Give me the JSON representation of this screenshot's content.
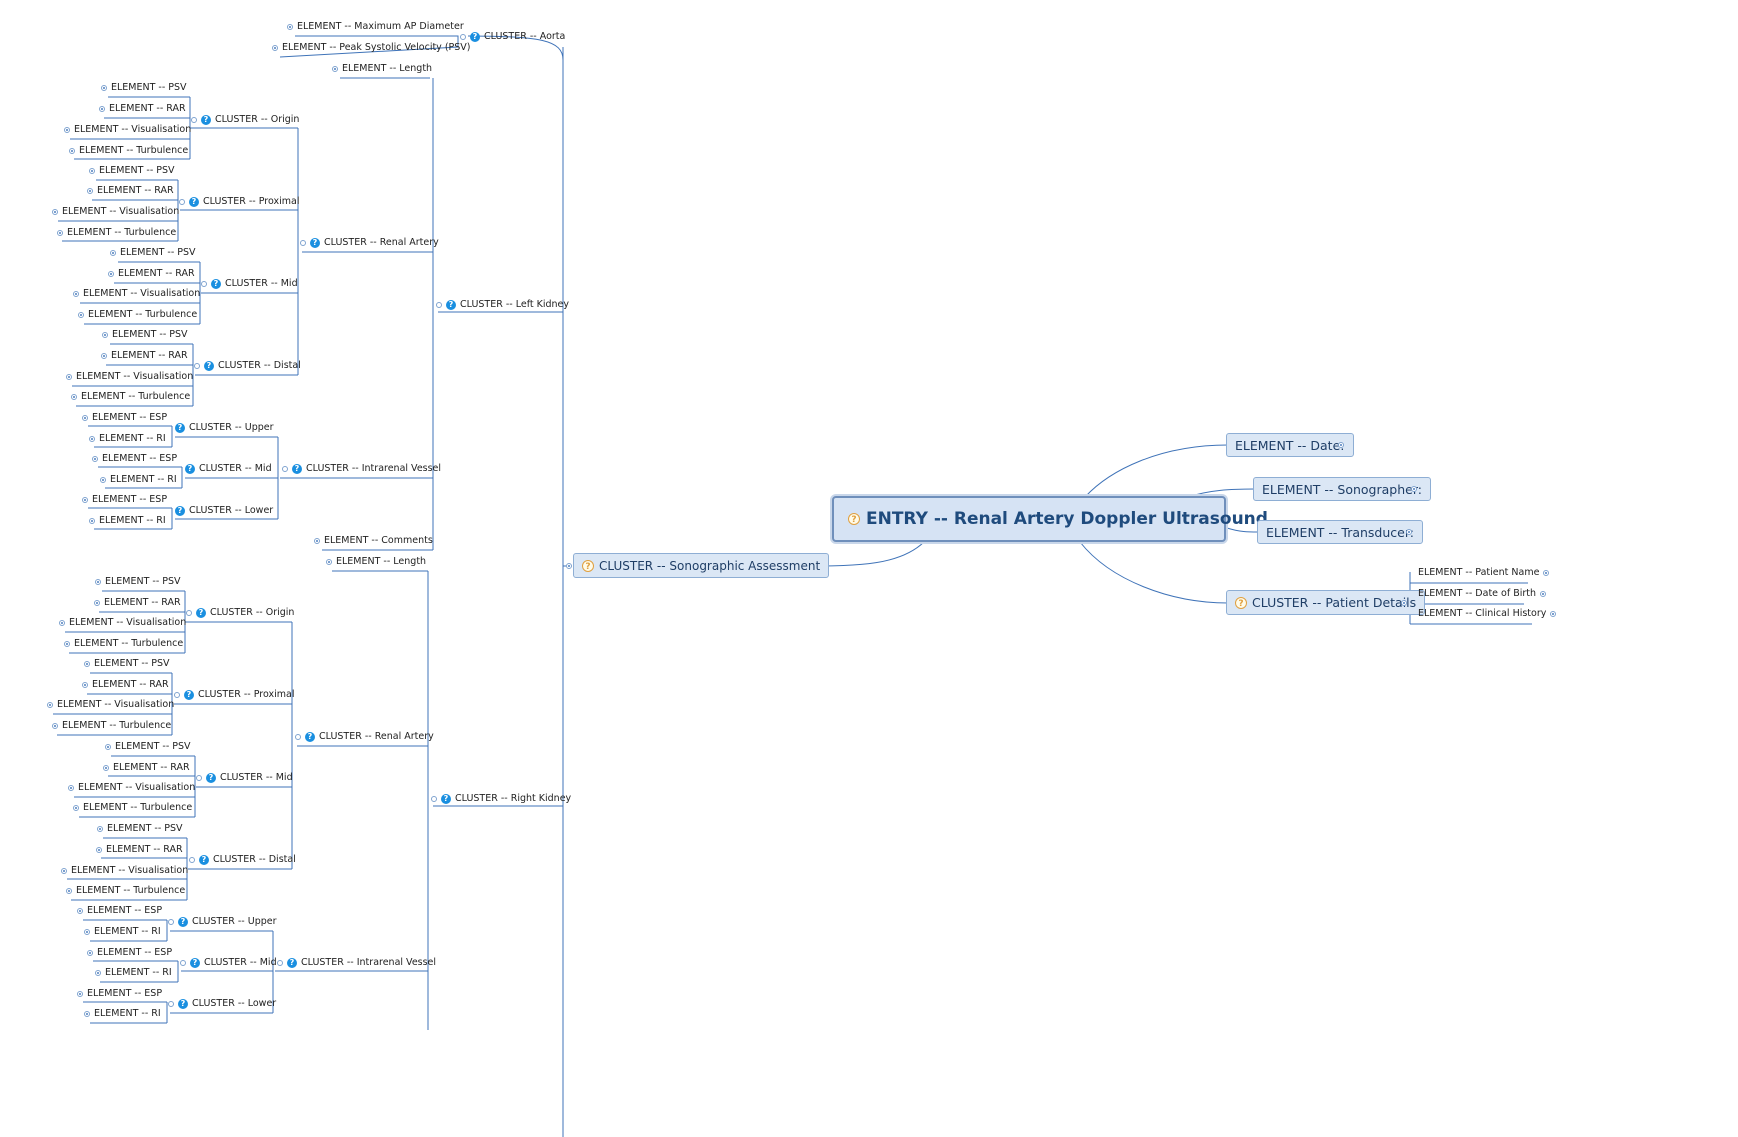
{
  "root": {
    "label": "ENTRY -- Renal Artery Doppler Ultrasound"
  },
  "right": {
    "date": "ELEMENT -- Date:",
    "sonographer": "ELEMENT -- Sonographer:",
    "transducer": "ELEMENT -- Transducer:",
    "patient_details": "CLUSTER -- Patient Details",
    "patient_name": "ELEMENT -- Patient Name",
    "dob": "ELEMENT -- Date of Birth",
    "clinical_history": "ELEMENT -- Clinical History"
  },
  "sono": {
    "label": "CLUSTER -- Sonographic Assessment"
  },
  "aorta": {
    "label": "CLUSTER -- Aorta",
    "max_ap": "ELEMENT -- Maximum AP Diameter",
    "psv": "ELEMENT -- Peak Systolic Velocity (PSV)"
  },
  "left_kidney": {
    "label": "CLUSTER -- Left Kidney",
    "length": "ELEMENT -- Length",
    "renal_artery": "CLUSTER -- Renal Artery",
    "origin": "CLUSTER -- Origin",
    "proximal": "CLUSTER -- Proximal",
    "mid": "CLUSTER -- Mid",
    "distal": "CLUSTER -- Distal",
    "intrarenal": "CLUSTER -- Intrarenal Vessel",
    "upper": "CLUSTER -- Upper",
    "iv_mid": "CLUSTER -- Mid",
    "lower": "CLUSTER -- Lower",
    "comments": "ELEMENT -- Comments"
  },
  "right_kidney": {
    "label": "CLUSTER -- Right Kidney",
    "length": "ELEMENT -- Length",
    "renal_artery": "CLUSTER -- Renal Artery",
    "origin": "CLUSTER -- Origin",
    "proximal": "CLUSTER -- Proximal",
    "mid": "CLUSTER -- Mid",
    "distal": "CLUSTER -- Distal",
    "intrarenal": "CLUSTER -- Intrarenal Vessel",
    "upper": "CLUSTER -- Upper",
    "iv_mid": "CLUSTER -- Mid",
    "lower": "CLUSTER -- Lower"
  },
  "el": {
    "psv": "ELEMENT -- PSV",
    "rar": "ELEMENT -- RAR",
    "vis": "ELEMENT -- Visualisation",
    "turb": "ELEMENT -- Turbulence",
    "esp": "ELEMENT -- ESP",
    "ri": "ELEMENT -- RI"
  },
  "icons": {
    "question": "?",
    "question_name": "question-icon",
    "marker_name": "expand-marker-icon"
  },
  "colors": {
    "line": "#3f73b8",
    "box_fill": "#dbe7f5",
    "box_border": "#8eaed4",
    "q_blue": "#1a8fe0",
    "root_border": "#6f8fbb"
  }
}
